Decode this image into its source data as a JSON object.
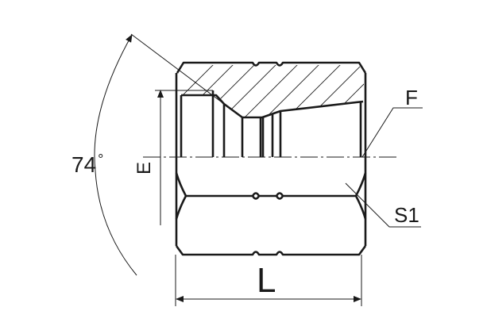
{
  "drawing": {
    "type": "technical-drawing",
    "subject": "hexagon female nut / fitting cross-section",
    "dimensions": {
      "angle": {
        "value": "74",
        "unit": "°"
      },
      "E": "E",
      "F": "F",
      "S1": "S1",
      "L": "L"
    },
    "colors": {
      "line": "#1a1a1a",
      "background": "#ffffff"
    }
  }
}
